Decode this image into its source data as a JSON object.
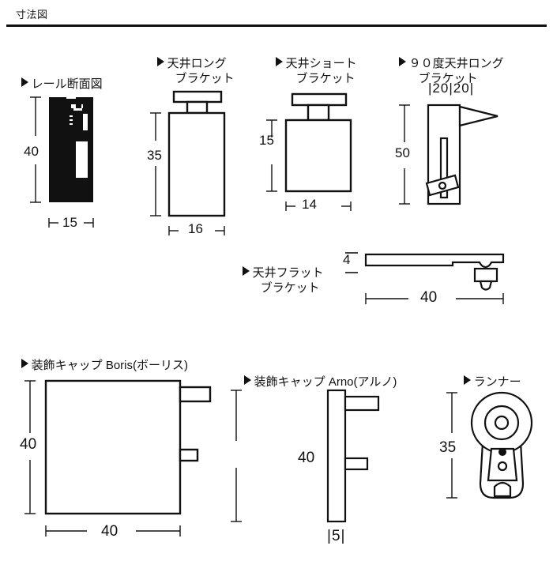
{
  "page": {
    "title": "寸法図"
  },
  "figures": [
    {
      "id": "rail-section",
      "marker": "▶",
      "caption": "レール断面図",
      "dimensions": {
        "height": "40",
        "width": "15"
      }
    },
    {
      "id": "ceiling-long-bracket",
      "marker": "▶",
      "caption_line1": "天井ロング",
      "caption_line2": "ブラケット",
      "dimensions": {
        "height": "35",
        "width": "16"
      }
    },
    {
      "id": "ceiling-short-bracket",
      "marker": "▶",
      "caption_line1": "天井ショート",
      "caption_line2": "ブラケット",
      "dimensions": {
        "height": "15",
        "width": "14"
      }
    },
    {
      "id": "ninety-degree-ceiling-long-bracket",
      "marker": "▶",
      "caption_line1": "９０度天井ロング",
      "caption_line2": "ブラケット",
      "dimensions": {
        "height": "50",
        "top_left": "20",
        "top_right": "20"
      }
    },
    {
      "id": "ceiling-flat-bracket",
      "marker": "▶",
      "caption_line1": "天井フラット",
      "caption_line2": "ブラケット",
      "dimensions": {
        "thickness": "4",
        "width": "40"
      }
    },
    {
      "id": "decorative-cap-boris",
      "marker": "▶",
      "caption": "装飾キャップ Boris(ボーリス)",
      "dimensions": {
        "height": "40",
        "width": "40"
      }
    },
    {
      "id": "decorative-cap-arno",
      "marker": "▶",
      "caption": "装飾キャップ Arno(アルノ)",
      "dimensions": {
        "height": "40",
        "width": "5"
      }
    },
    {
      "id": "runner",
      "marker": "▶",
      "caption": "ランナー",
      "dimensions": {
        "height": "35"
      }
    }
  ],
  "colors": {
    "line": "#111111",
    "background": "#ffffff"
  }
}
